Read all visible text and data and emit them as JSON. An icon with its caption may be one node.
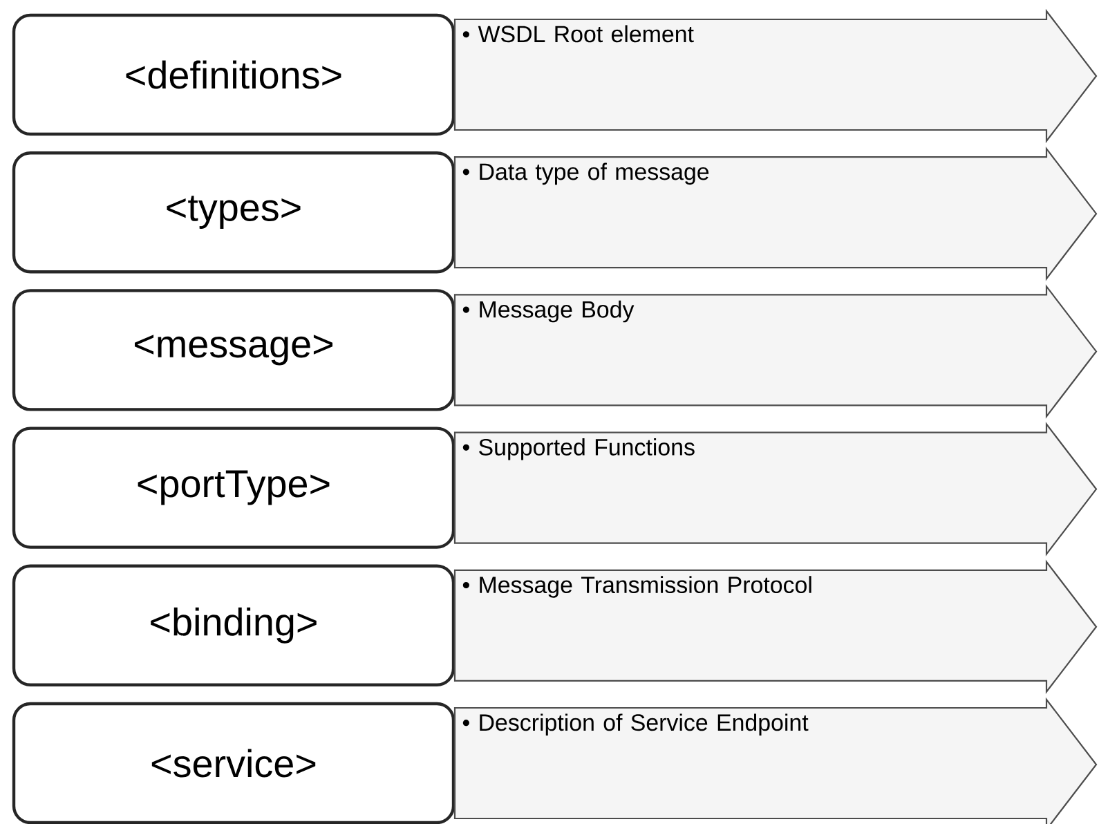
{
  "diagram": {
    "nodes": [
      {
        "text": [
          "<definitions>"
        ]
      },
      {
        "text": [
          "• WSDL Root element"
        ]
      },
      {
        "text": [
          "<types>"
        ]
      },
      {
        "text": [
          "• Data type of message"
        ]
      },
      {
        "text": [
          "<message>"
        ]
      },
      {
        "text": [
          "• Message Body"
        ]
      },
      {
        "text": [
          "<portType>"
        ]
      },
      {
        "text": [
          "• Supported Functions"
        ]
      },
      {
        "text": [
          "<binding>"
        ]
      },
      {
        "text": [
          "• Message Transmission Protocol"
        ]
      },
      {
        "text": [
          "<service>"
        ]
      },
      {
        "text": [
          "• Description of Service Endpoint"
        ]
      }
    ]
  }
}
